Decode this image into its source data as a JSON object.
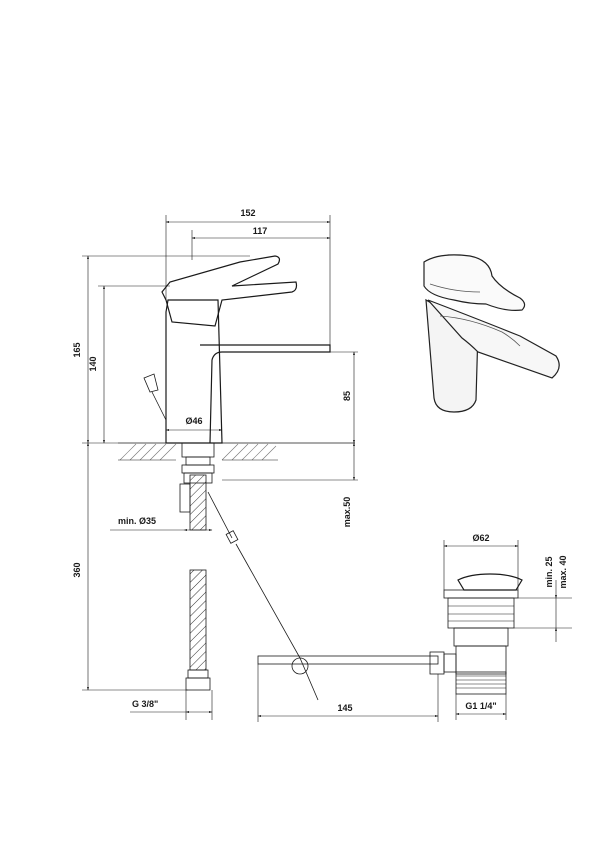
{
  "dimensions": {
    "total_length": "152",
    "spout_length": "117",
    "total_height": "165",
    "spout_height": "140",
    "spout_clearance": "85",
    "body_diameter": "Ø46",
    "min_hole": "min. Ø35",
    "max_deck": "max.50",
    "hose_length": "360",
    "hose_thread": "G 3/8\"",
    "rod_length": "145",
    "waste_diameter": "Ø62",
    "waste_min": "min. 25",
    "waste_max": "max. 40",
    "waste_thread": "G1 1/4\""
  },
  "colors": {
    "line": "#1a1a1a",
    "hatch": "#777777",
    "render_fill": "#f4f4f4"
  }
}
